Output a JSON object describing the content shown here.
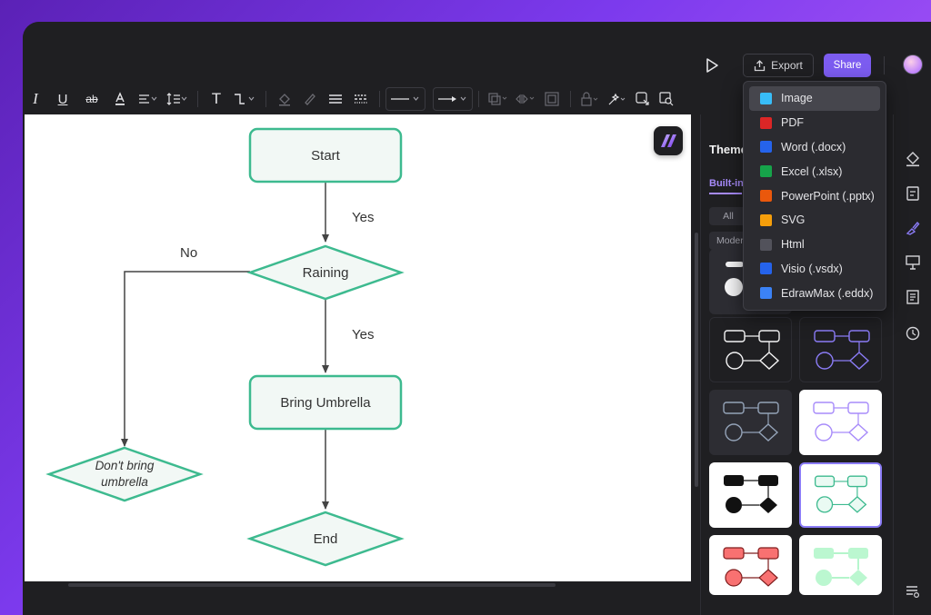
{
  "header": {
    "export_label": "Export",
    "share_label": "Share"
  },
  "panel": {
    "title": "Theme",
    "tab_builtin": "Built-in",
    "chip_all": "All",
    "chip_modern": "Moder"
  },
  "export_menu": {
    "items": [
      {
        "label": "Image",
        "icon": "image-icon",
        "color": "#38bdf8"
      },
      {
        "label": "PDF",
        "icon": "pdf-icon",
        "color": "#dc2626"
      },
      {
        "label": "Word (.docx)",
        "icon": "word-icon",
        "color": "#2563eb"
      },
      {
        "label": "Excel (.xlsx)",
        "icon": "excel-icon",
        "color": "#16a34a"
      },
      {
        "label": "PowerPoint (.pptx)",
        "icon": "powerpoint-icon",
        "color": "#ea580c"
      },
      {
        "label": "SVG",
        "icon": "svg-icon",
        "color": "#f59e0b"
      },
      {
        "label": "Html",
        "icon": "html-icon",
        "color": "#52525b"
      },
      {
        "label": "Visio (.vsdx)",
        "icon": "visio-icon",
        "color": "#2563eb"
      },
      {
        "label": "EdrawMax (.eddx)",
        "icon": "edrawmax-icon",
        "color": "#3b82f6"
      }
    ]
  },
  "flowchart": {
    "start": "Start",
    "raining": "Raining",
    "bring_umbrella": "Bring Umbrella",
    "dont_bring_1": "Don't bring",
    "dont_bring_2": "umbrella",
    "end": "End",
    "yes_1": "Yes",
    "yes_2": "Yes",
    "no": "No",
    "accent": "#3dba8f",
    "fill": "#f2f8f5"
  }
}
